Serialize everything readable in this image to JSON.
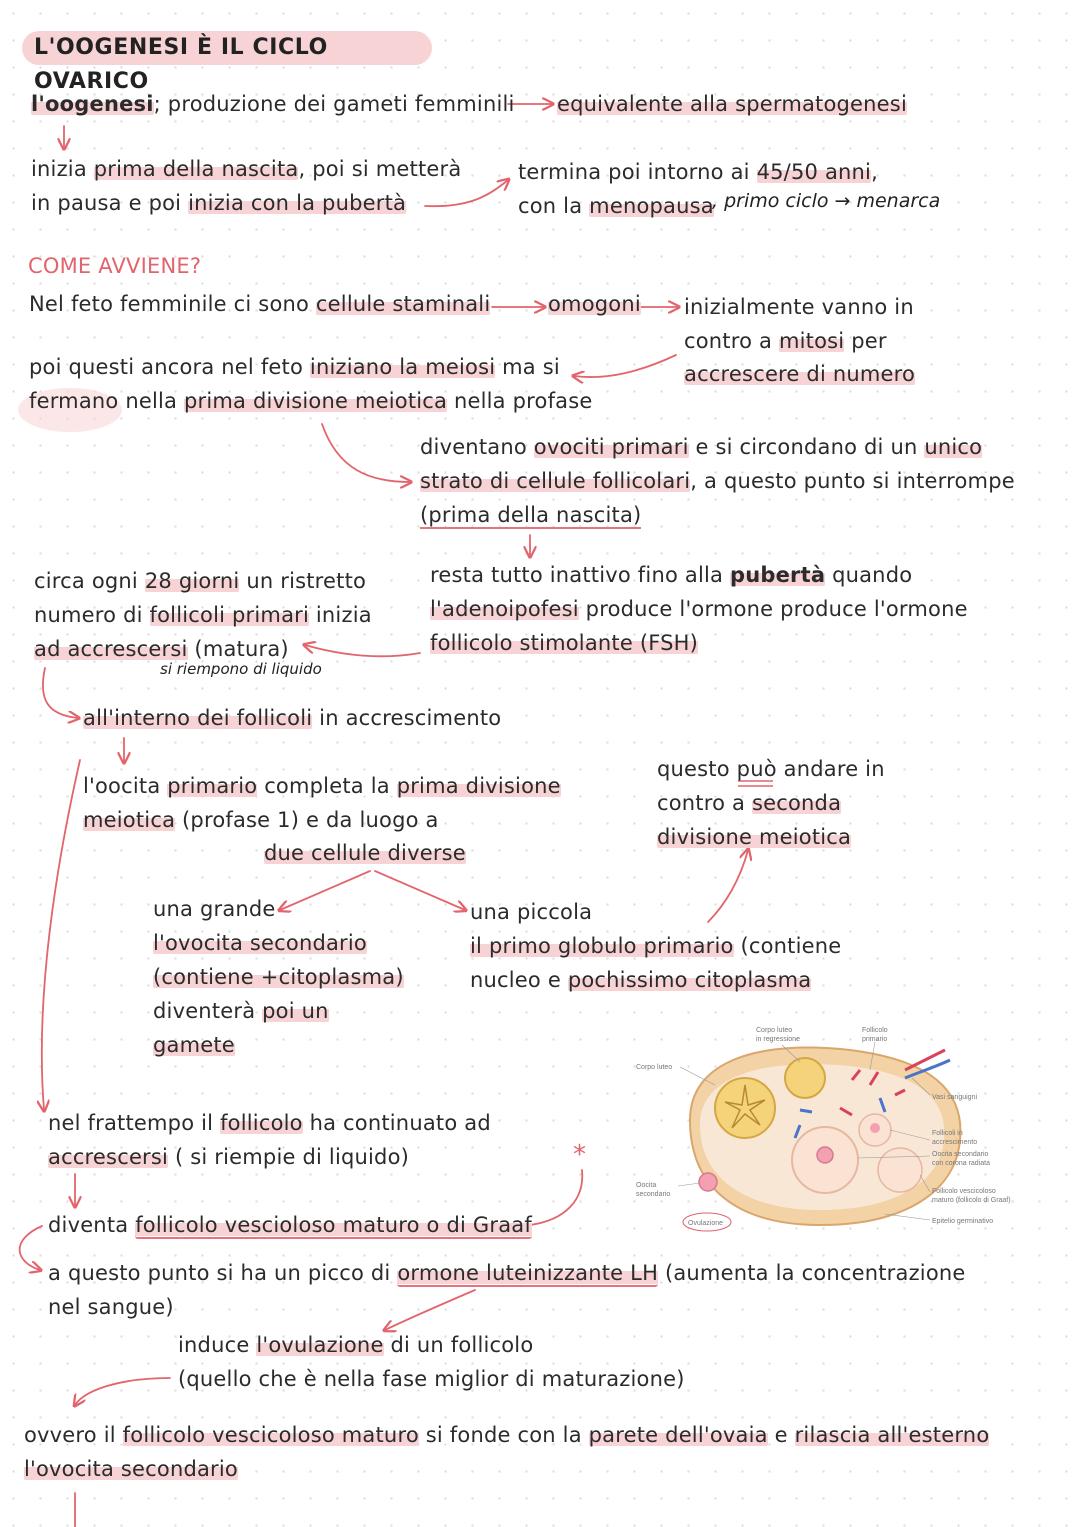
{
  "title": "L'OOGENESI È IL CICLO OVARICO",
  "intro": {
    "term": "l'oogenesi",
    "definition": "; produzione dei gameti femminili",
    "equivalent": "equivalente alla spermatogenesi"
  },
  "start": {
    "l1_a": "inizia ",
    "l1_b": "prima della nascita",
    "l1_c": ", poi si metterà",
    "l2_a": "in pausa e poi ",
    "l2_b": "inizia con la pubertà"
  },
  "end": {
    "l1_a": "termina poi intorno ai ",
    "l1_b": "45/50 anni",
    "l1_c": ",",
    "l2_a": "con la ",
    "l2_b": "menopausa",
    "note": ", primo ciclo → menarca"
  },
  "section_heading": "COME AVVIENE?",
  "fetus": {
    "line_a": "Nel feto femminile ci sono ",
    "line_b": "cellule staminali",
    "oogonia": "omogoni",
    "mitosis_1": "inizialmente vanno in",
    "mitosis_2a": "contro a ",
    "mitosis_2b": "mitosi",
    "mitosis_2c": " per",
    "mitosis_3": "accrescere di numero",
    "meiosis_1a": "poi questi ancora nel feto ",
    "meiosis_1b": "iniziano la meiosi",
    "meiosis_1c": " ma si",
    "meiosis_2a": "fermano",
    "meiosis_2b": " nella ",
    "meiosis_2c": "prima divisione meiotica",
    "meiosis_2d": " nella profase"
  },
  "primary": {
    "l1_a": "diventano ",
    "l1_b": "ovociti primari",
    "l1_c": " e si circondano di un ",
    "l1_d": "unico",
    "l2_a": "strato di cellule follicolari",
    "l2_b": ", a questo punto si interrompe",
    "l3": "(prima della nascita)"
  },
  "puberty": {
    "l1_a": "resta tutto inattivo fino alla ",
    "l1_b": "pubertà",
    "l1_c": " quando",
    "l2_a": "l'adenoipofesi",
    "l2_b": " produce l'ormone produce l'ormone",
    "l3": "follicolo stimolante (FSH)"
  },
  "cycle": {
    "l1_a": "circa ogni ",
    "l1_b": "28 giorni",
    "l1_c": " un ristretto",
    "l2_a": "numero di ",
    "l2_b": "follicoli primari",
    "l2_c": " inizia",
    "l3_a": "ad accrescersi",
    "l3_b": " (matura)",
    "note": "si riempono di liquido"
  },
  "growing": {
    "a": "all'interno dei follicoli",
    "b": " in accrescimento"
  },
  "division": {
    "l1_a": "l'oocita ",
    "l1_b": "primario",
    "l1_c": " completa la ",
    "l1_d": "prima divisione",
    "l2_a": "meiotica",
    "l2_b": " (profase 1) e da luogo a",
    "l3": "due cellule diverse"
  },
  "second": {
    "l1_a": "questo ",
    "l1_b": "può",
    "l1_c": " andare in",
    "l2_a": "contro a ",
    "l2_b": "seconda",
    "l3": "divisione meiotica"
  },
  "big_cell": {
    "l1": "una grande",
    "l2": "l'ovocita secondario",
    "l3": "(contiene +citoplasma)",
    "l4_a": "diventerà ",
    "l4_b": "poi un",
    "l5": "gamete"
  },
  "small_cell": {
    "l1": "una piccola",
    "l2_a": "il primo globulo primario",
    "l2_b": " (contiene",
    "l3_a": "nucleo e ",
    "l3_b": "pochissimo citoplasma"
  },
  "meanwhile": {
    "l1_a": "nel frattempo il ",
    "l1_b": "follicolo",
    "l1_c": " ha continuato ad",
    "l2_a": "accrescersi",
    "l2_b": " ( si riempie di liquido)"
  },
  "graaf": {
    "a": "diventa ",
    "b": "follicolo vescioloso maturo o di Graaf"
  },
  "lh": {
    "l1_a": "a questo punto si ha un picco di ",
    "l1_b": "ormone luteinizzante LH",
    "l1_c": " (aumenta la concentrazione",
    "l2": "nel sangue)"
  },
  "ovulation": {
    "l1_a": "induce ",
    "l1_b": "l'ovulazione",
    "l1_c": " di un follicolo",
    "l2": "(quello che è nella fase miglior di maturazione)"
  },
  "release": {
    "l1_a": "ovvero il ",
    "l1_b": "follicolo vescicoloso maturo",
    "l1_c": " si fonde con la ",
    "l1_d": "parete dell'ovaia",
    "l1_e": " e ",
    "l1_f": "rilascia all'esterno",
    "l2": "l'ovocita secondario"
  },
  "diagram": {
    "labels": {
      "corpo_luteo": "Corpo luteo",
      "corpo_luteo_regr_1": "Corpo luteo",
      "corpo_luteo_regr_2": "in regressione",
      "follicolo_primario_1": "Follicolo",
      "follicolo_primario_2": "primario",
      "vasi": "Vasi sanguigni",
      "follicoli_acc_1": "Follicoli in",
      "follicoli_acc_2": "accrescimento",
      "oocita_sec_1": "Oocita secondario",
      "oocita_sec_2": "con corona radiata",
      "oocita_left_1": "Oocita",
      "oocita_left_2": "secondario",
      "graaf_1": "Follicolo vescicoloso",
      "graaf_2": "maturo (follicolo di Graaf)",
      "epitelio": "Epitelio germinativo",
      "ovulazione": "Ovulazione"
    }
  },
  "asterisk": "*",
  "colors": {
    "accent": "#e2646c",
    "highlight": "#f7d3d6"
  }
}
